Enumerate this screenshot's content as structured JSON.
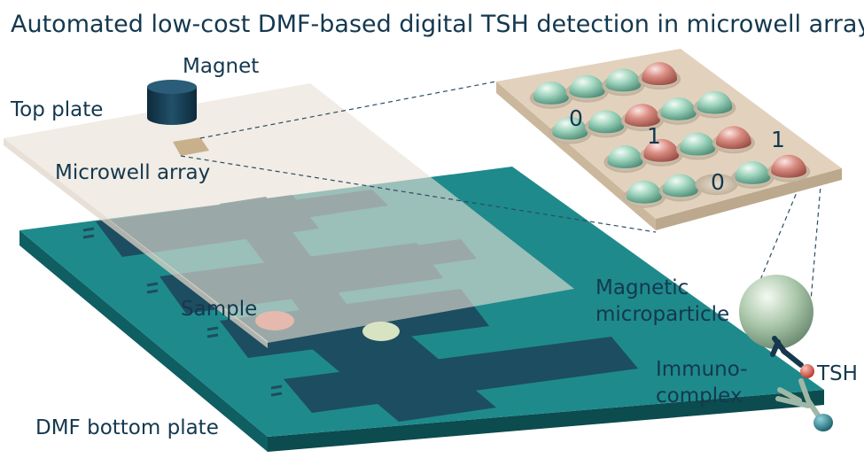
{
  "title": "Automated low-cost DMF-based digital TSH detection in microwell arrays",
  "labels": {
    "magnet": "Magnet",
    "top_plate": "Top plate",
    "microwell_array": "Microwell array",
    "sample": "Sample",
    "dmf_bottom_plate": "DMF bottom plate",
    "magnetic_line1": "Magnetic",
    "magnetic_line2": "microparticle",
    "immuno_line1": "Immuno-",
    "immuno_line2": "complex",
    "tsh": "TSH"
  },
  "digits": [
    "0",
    "1",
    "1",
    "0"
  ],
  "colors": {
    "title_text": "#14384f",
    "bottom_plate": "#1e8a8c",
    "electrodes": "#1d4a5e",
    "top_plate": "#e9e1d5",
    "magnet": "#163a4e",
    "array_plate": "#e2d2bd",
    "bead_green": "#9fd4bd",
    "bead_red": "#d98c82",
    "sample_droplet": "#e07a6c",
    "reagent_droplet": "#d7e3c1",
    "microparticle": "#a9c6a9",
    "tsh_dot": "#d4453a",
    "antibody": "#9fb7a6",
    "label_ball": "#1f7b86"
  }
}
